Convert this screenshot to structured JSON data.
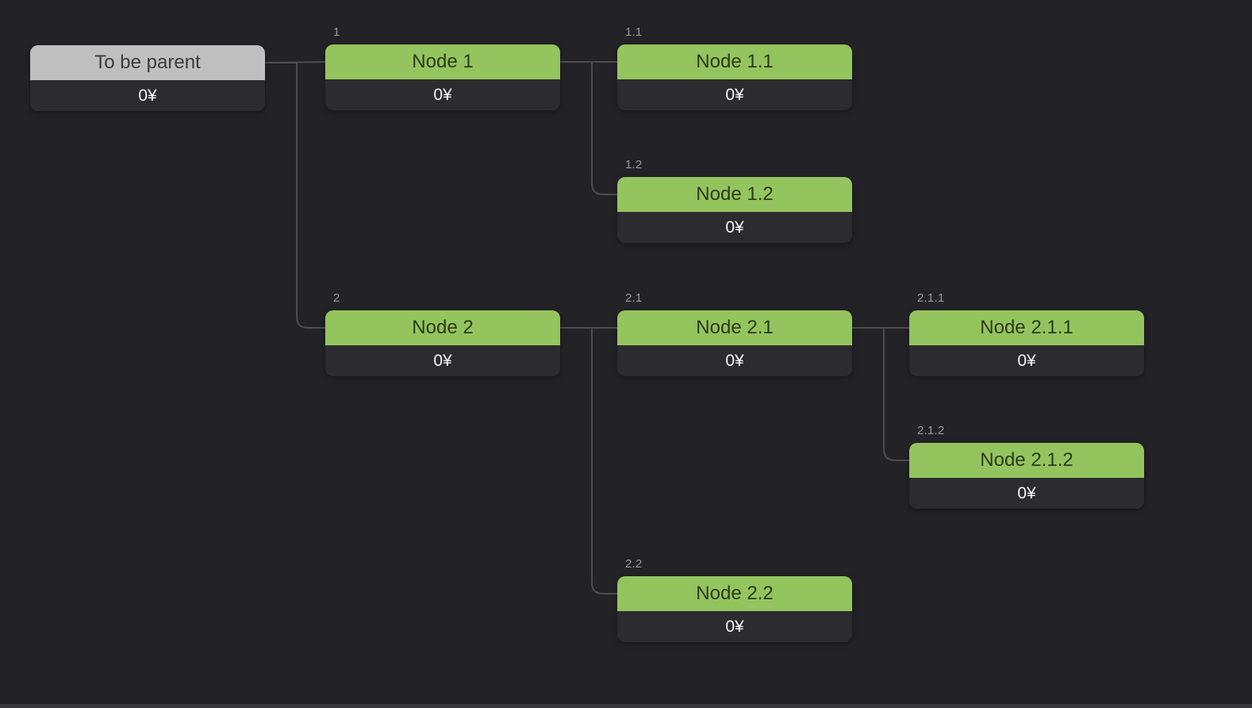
{
  "app": {
    "background": "#232227"
  },
  "tree": {
    "nodes": [
      {
        "id": "root",
        "ref": "",
        "title": "To be parent",
        "value": "0¥",
        "variant": "parent"
      },
      {
        "id": "1",
        "ref": "1",
        "title": "Node 1",
        "value": "0¥",
        "variant": "child"
      },
      {
        "id": "1.1",
        "ref": "1.1",
        "title": "Node 1.1",
        "value": "0¥",
        "variant": "child"
      },
      {
        "id": "1.2",
        "ref": "1.2",
        "title": "Node 1.2",
        "value": "0¥",
        "variant": "child"
      },
      {
        "id": "2",
        "ref": "2",
        "title": "Node 2",
        "value": "0¥",
        "variant": "child"
      },
      {
        "id": "2.1",
        "ref": "2.1",
        "title": "Node 2.1",
        "value": "0¥",
        "variant": "child"
      },
      {
        "id": "2.1.1",
        "ref": "2.1.1",
        "title": "Node 2.1.1",
        "value": "0¥",
        "variant": "child"
      },
      {
        "id": "2.1.2",
        "ref": "2.1.2",
        "title": "Node 2.1.2",
        "value": "0¥",
        "variant": "child"
      },
      {
        "id": "2.2",
        "ref": "2.2",
        "title": "Node 2.2",
        "value": "0¥",
        "variant": "child"
      }
    ],
    "edges": [
      [
        "root",
        "1"
      ],
      [
        "root",
        "2"
      ],
      [
        "1",
        "1.1"
      ],
      [
        "1",
        "1.2"
      ],
      [
        "2",
        "2.1"
      ],
      [
        "2",
        "2.2"
      ],
      [
        "2.1",
        "2.1.1"
      ],
      [
        "2.1",
        "2.1.2"
      ]
    ]
  },
  "colors": {
    "background": "#232227",
    "node_header_green": "#94c45e",
    "node_header_gray": "#bfbfbf",
    "node_body": "#2c2b2f",
    "edge": "#4d4c51",
    "ref_label": "#98989d",
    "value_text": "#f5f5f5"
  }
}
